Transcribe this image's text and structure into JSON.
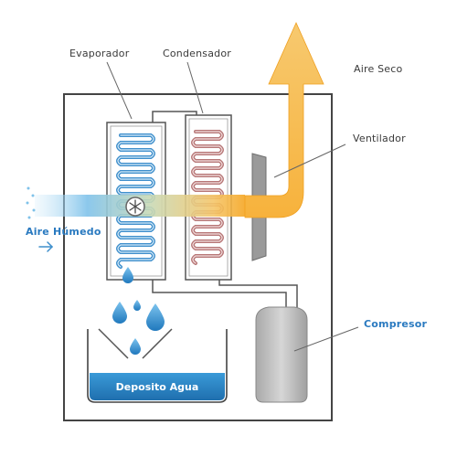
{
  "labels": {
    "evaporador": "Evaporador",
    "condensador": "Condensador",
    "aire_seco": "Aire Seco",
    "ventilador": "Ventilador",
    "aire_humedo": "Aire Húmedo",
    "compresor": "Compresor",
    "deposito": "Deposito Agua"
  },
  "colors": {
    "frame": "#444444",
    "coil_cold": "#3f8fcc",
    "coil_hot": "#c98a8a",
    "dry_air_arrow": "#f5a623",
    "humid_air": "#5aaee8",
    "water": "#2f86c8",
    "compressor": "#bdbdbd",
    "label_accent": "#2a7ac0"
  }
}
